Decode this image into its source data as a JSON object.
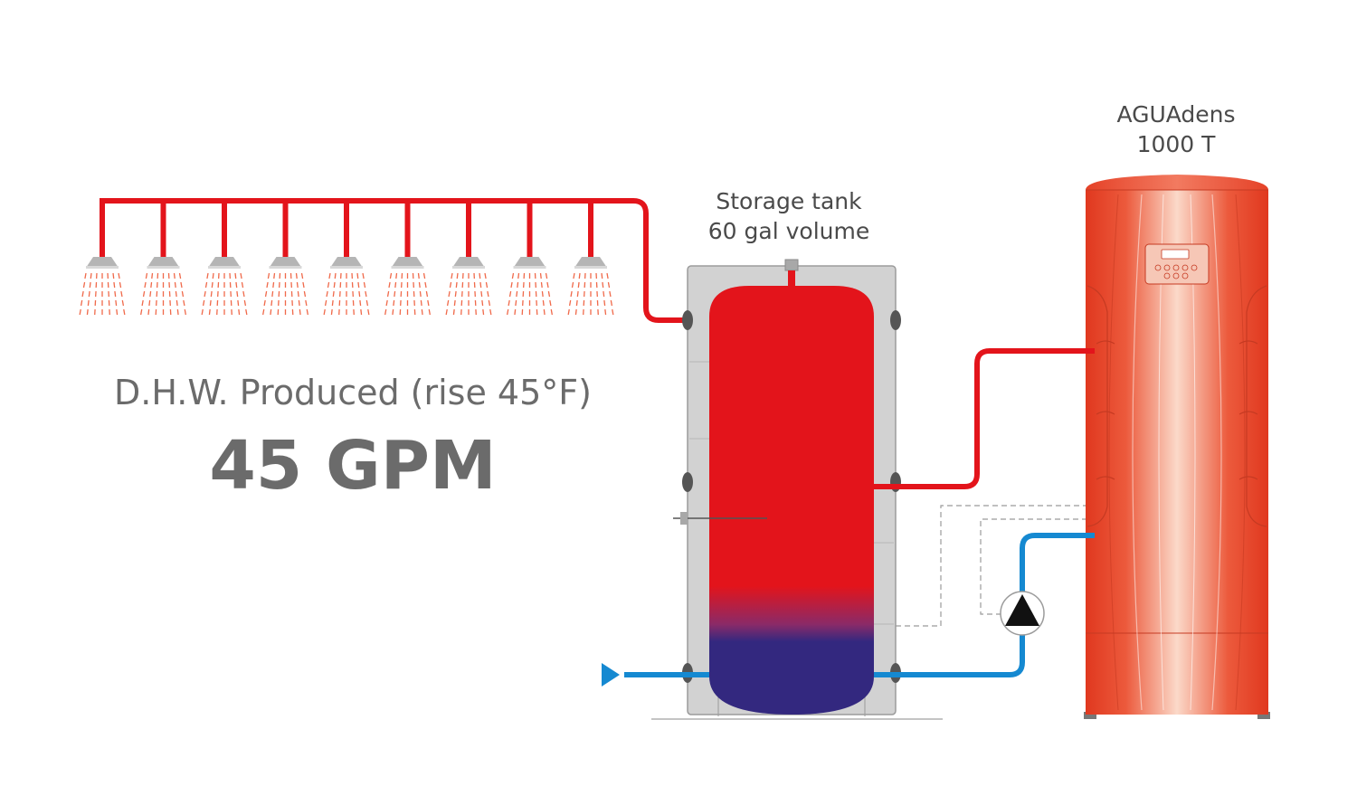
{
  "storage_tank": {
    "title": "Storage tank",
    "volume": "60 gal volume"
  },
  "heater": {
    "model_line1": "AGUAdens",
    "model_line2": "1000 T"
  },
  "output": {
    "caption": "D.H.W. Produced (rise 45°F)",
    "flow_rate": "45 GPM"
  },
  "showers": {
    "count": 9
  },
  "colors": {
    "hot_water": "#e3141b",
    "cold_water": "#1589d1",
    "cold_tank": "#33287f",
    "tank_jacket": "#d2d2d2",
    "heater_body": "#e53b28",
    "shower_spray": "#f06a4b",
    "text": "#4a4a4a"
  }
}
